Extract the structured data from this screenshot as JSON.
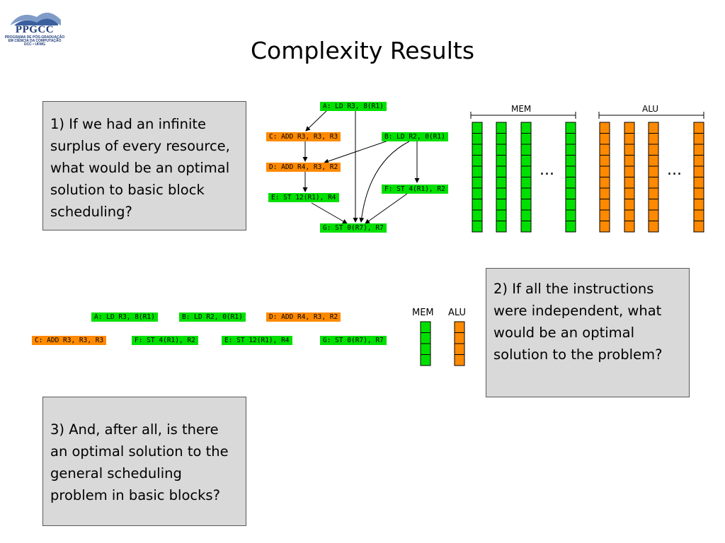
{
  "logo": {
    "text": "PPGCC",
    "subtitle_lines": [
      "PROGRAMA DE PÓS-GRADUAÇÃO",
      "EM CIÊNCIA DA COMPUTAÇÃO",
      "DCC • UFMG"
    ]
  },
  "title": "Complexity Results",
  "questions": [
    "1) If we had an infinite surplus of every resource, what would be an optimal solution to basic block scheduling?",
    "2) If all the instructions were independent, what would be an optimal solution to the problem?",
    "3) And, after all, is there an optimal solution to the general scheduling problem in basic blocks?"
  ],
  "dag": {
    "nodes": {
      "A": {
        "label": "A: LD R3, 8(R1)",
        "type": "mem"
      },
      "B": {
        "label": "B: LD R2, 0(R1)",
        "type": "mem"
      },
      "C": {
        "label": "C: ADD R3, R3, R3",
        "type": "alu"
      },
      "D": {
        "label": "D: ADD R4, R3, R2",
        "type": "alu"
      },
      "E": {
        "label": "E: ST 12(R1), R4",
        "type": "mem"
      },
      "F": {
        "label": "F: ST 4(R1), R2",
        "type": "mem"
      },
      "G": {
        "label": "G: ST 0(R7), R7",
        "type": "mem"
      }
    },
    "edges": [
      [
        "A",
        "C"
      ],
      [
        "A",
        "G"
      ],
      [
        "C",
        "D"
      ],
      [
        "B",
        "D"
      ],
      [
        "B",
        "F"
      ],
      [
        "B",
        "G"
      ],
      [
        "D",
        "E"
      ],
      [
        "E",
        "G"
      ],
      [
        "F",
        "G"
      ]
    ]
  },
  "resources_top": {
    "mem_label": "MEM",
    "alu_label": "ALU",
    "ellipsis": "...",
    "colors": {
      "mem": "#00e000",
      "alu": "#ff8a00"
    }
  },
  "schedule": {
    "row1": [
      {
        "label": "A: LD R3, 8(R1)",
        "type": "mem"
      },
      {
        "label": "B: LD R2, 0(R1)",
        "type": "mem"
      },
      {
        "label": "D: ADD R4, R3, R2",
        "type": "alu"
      }
    ],
    "row2": [
      {
        "label": "C: ADD R3, R3, R3",
        "type": "alu"
      },
      {
        "label": "F: ST 4(R1), R2",
        "type": "mem"
      },
      {
        "label": "E: ST 12(R1), R4",
        "type": "mem"
      },
      {
        "label": "G: ST 0(R7), R7",
        "type": "mem"
      }
    ]
  },
  "resources_small": {
    "mem_label": "MEM",
    "alu_label": "ALU"
  }
}
